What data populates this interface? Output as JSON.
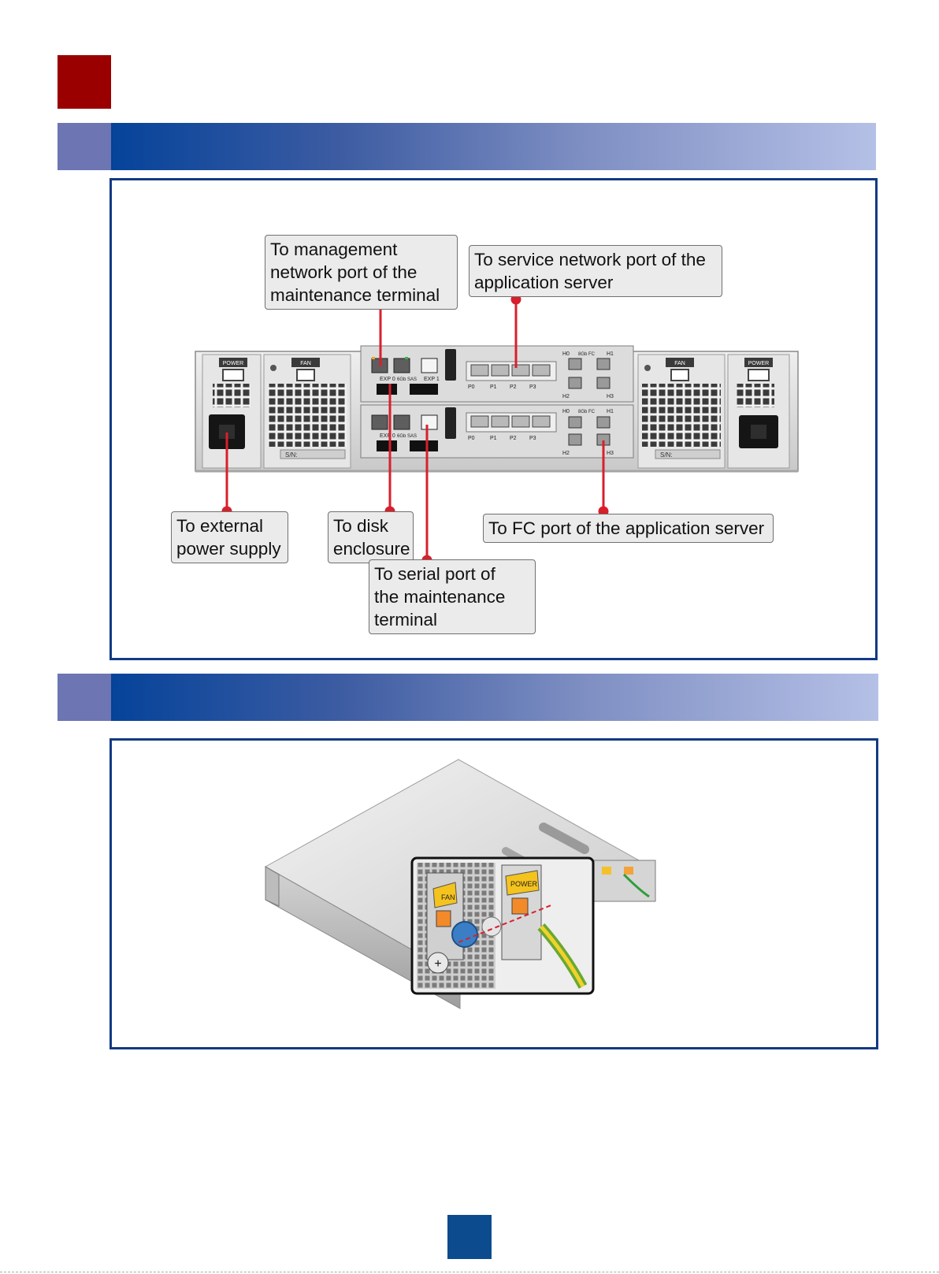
{
  "callouts": {
    "management": "To management\nnetwork port of the\nmaintenance terminal",
    "service": "To service network port of the\napplication server",
    "power": "To external\npower supply",
    "disk": "To disk\nenclosure",
    "serial": "To serial port of\nthe maintenance\nterminal",
    "fc": "To FC port of the application server"
  },
  "device_labels": {
    "power": "POWER",
    "fan": "FAN",
    "sn": "S/N:",
    "exp0": "EXP 0",
    "exp1": "EXP 1",
    "sas": "6Gb SAS",
    "fc": "8Gb FC",
    "p0": "P0",
    "p1": "P1",
    "p2": "P2",
    "p3": "P3",
    "h0": "H0",
    "h1": "H1",
    "h2": "H2",
    "h3": "H3"
  },
  "install_labels": {
    "fan": "FAN",
    "power": "POWER",
    "plus": "+"
  },
  "colors": {
    "accent_red": "#9b0000",
    "band_blue": "#05439a",
    "frame_blue": "#123a84",
    "leader_red": "#d8202c"
  }
}
